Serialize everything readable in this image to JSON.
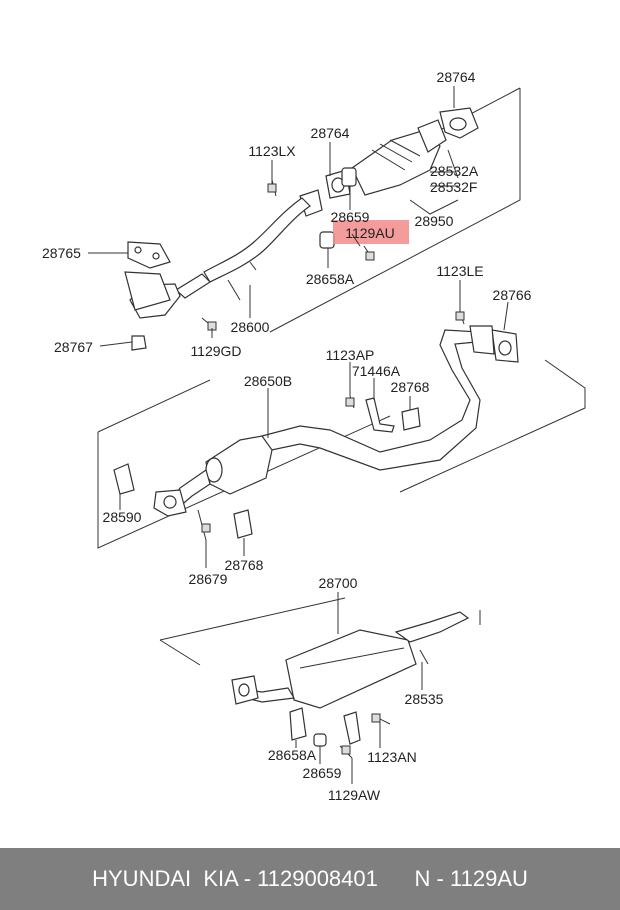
{
  "callouts": {
    "p28764_top": "28764",
    "p28764_mid": "28764",
    "p1123LX": "1123LX",
    "p28532A": "28532A",
    "p28532F": "28532F",
    "p28659_top": "28659",
    "p28950": "28950",
    "p1129AU": "1129AU",
    "p28765": "28765",
    "p28658A_top": "28658A",
    "p28600": "28600",
    "p28767": "28767",
    "p1129GD": "1129GD",
    "p1123LE": "1123LE",
    "p28766": "28766",
    "p1123AP": "1123AP",
    "p71446A": "71446A",
    "p28768_mid": "28768",
    "p28650B": "28650B",
    "p28590": "28590",
    "p28679": "28679",
    "p28768_low": "28768",
    "p28700": "28700",
    "p28535": "28535",
    "p1123AN": "1123AN",
    "p28658A_bot": "28658A",
    "p28659_bot": "28659",
    "p1129AW": "1129AW"
  },
  "highlight": {
    "part": "1129AU",
    "color": "#f28b8b"
  },
  "footer": {
    "text": "HYUNDAI  KIA - 1129008401      N - 1129AU"
  }
}
